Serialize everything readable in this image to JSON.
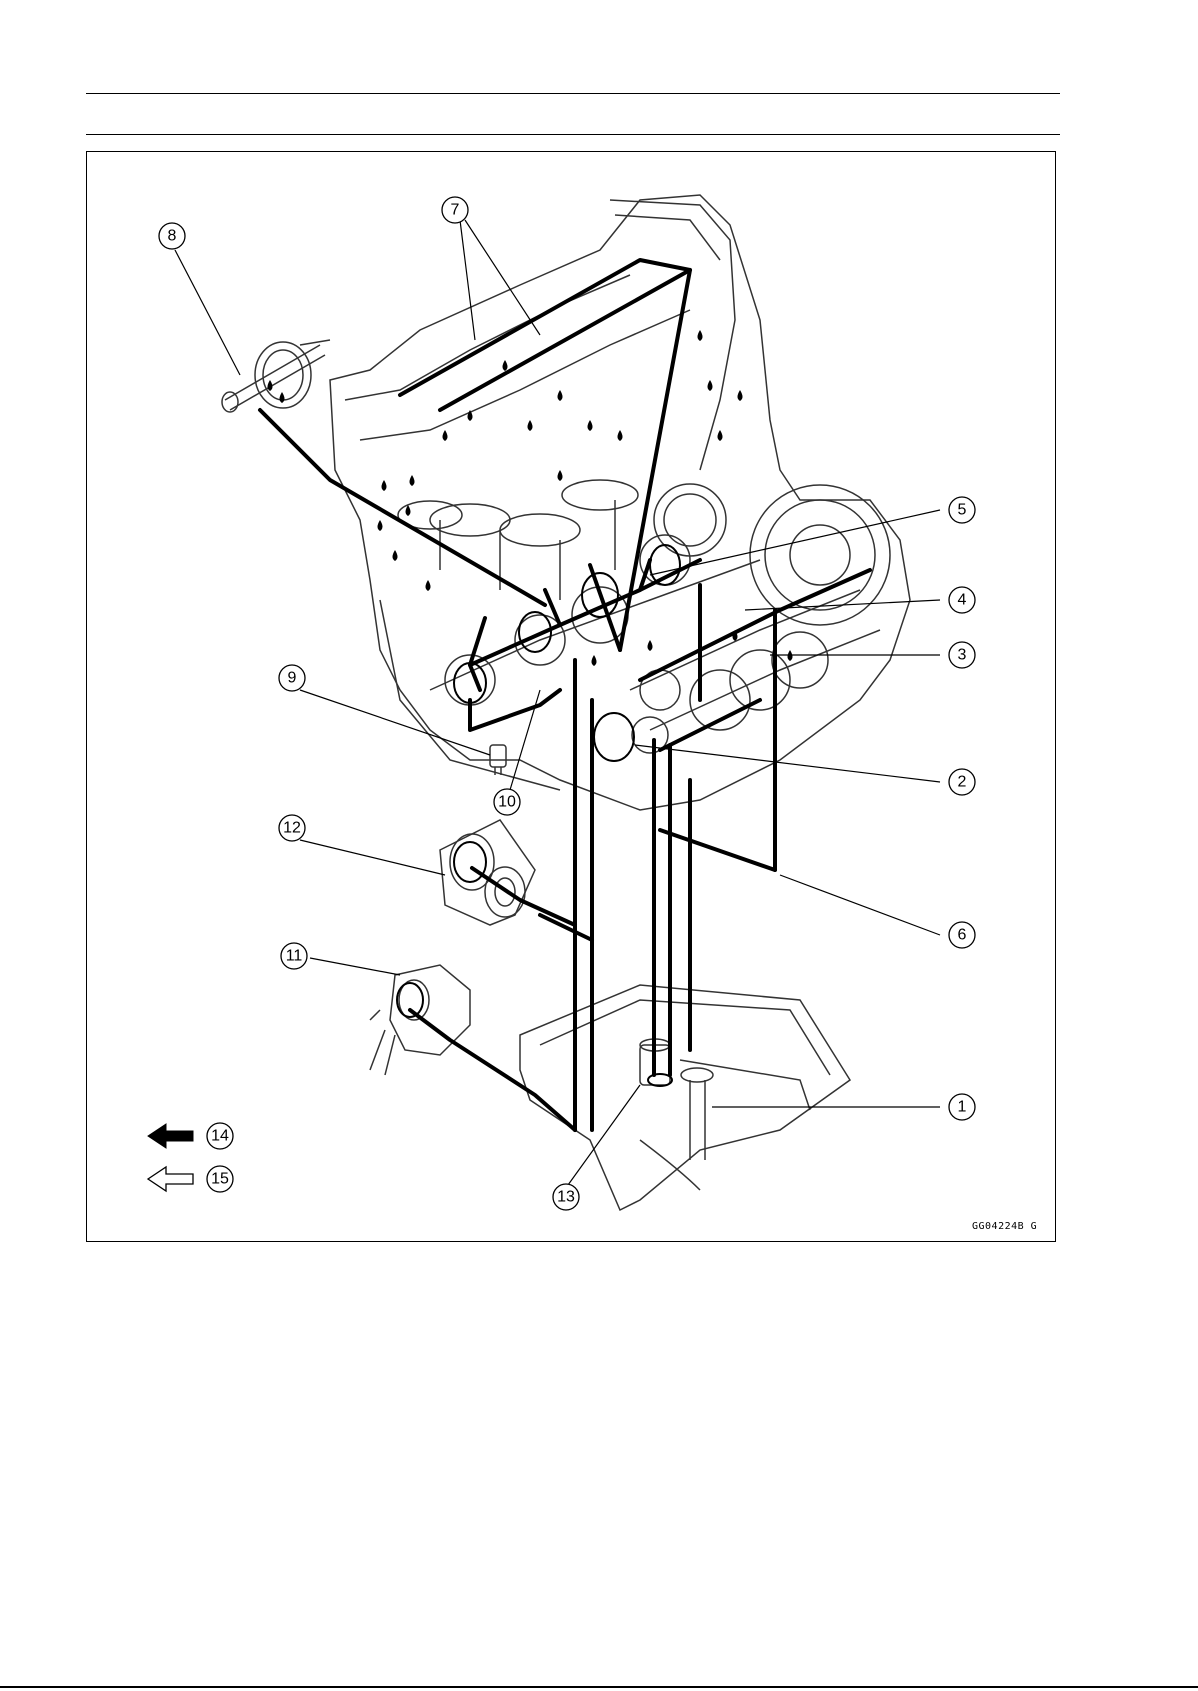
{
  "figure": {
    "code": "GG04224B  G",
    "callouts": [
      "1",
      "2",
      "3",
      "4",
      "5",
      "6",
      "7",
      "8",
      "9",
      "10",
      "11",
      "12",
      "13",
      "14",
      "15"
    ]
  },
  "colors": {
    "ink": "#000000",
    "paper": "#ffffff",
    "line_gray": "#444444"
  },
  "icons": {
    "legend_14": "solid-arrow-left-icon",
    "legend_15": "hollow-arrow-left-icon"
  }
}
